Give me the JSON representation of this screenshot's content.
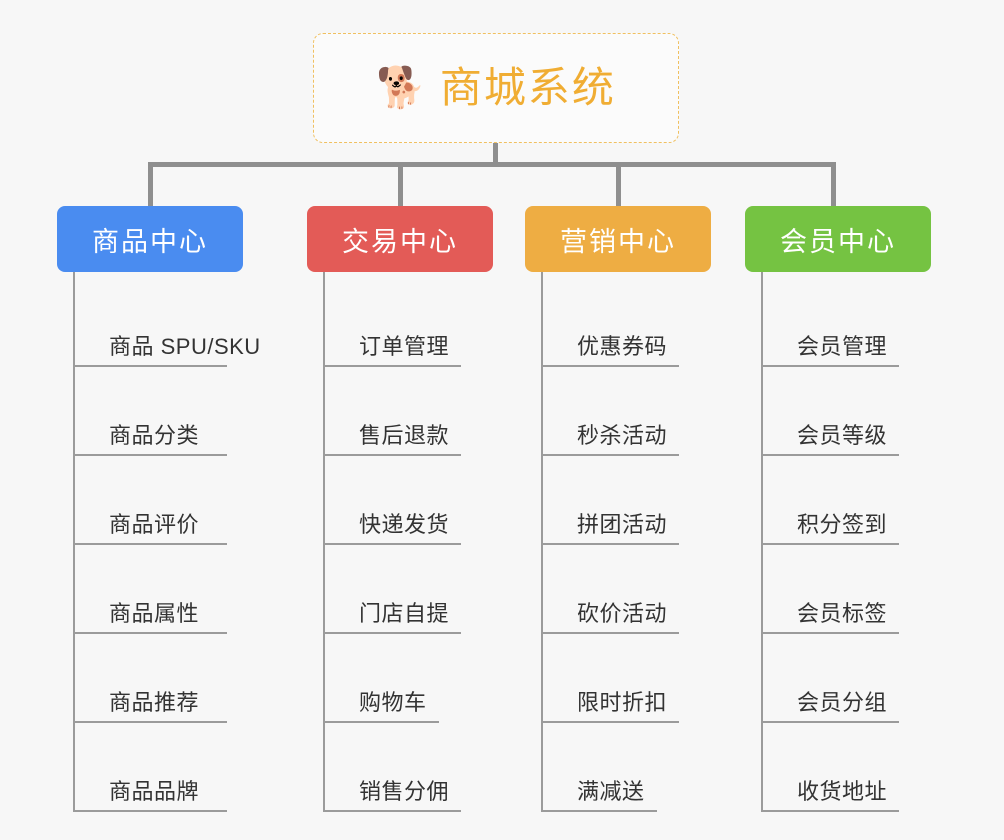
{
  "root": {
    "icon": "shiba-dog-icon",
    "emoji": "🐕",
    "title": "商城系统",
    "border_color": "#f0c060",
    "text_color": "#f0ad33"
  },
  "branches": [
    {
      "label": "商品中心",
      "color": "#4a8cf0",
      "items": [
        "商品 SPU/SKU",
        "商品分类",
        "商品评价",
        "商品属性",
        "商品推荐",
        "商品品牌"
      ]
    },
    {
      "label": "交易中心",
      "color": "#e35b57",
      "items": [
        "订单管理",
        "售后退款",
        "快递发货",
        "门店自提",
        "购物车",
        "销售分佣"
      ]
    },
    {
      "label": "营销中心",
      "color": "#eead43",
      "items": [
        "优惠券码",
        "秒杀活动",
        "拼团活动",
        "砍价活动",
        "限时折扣",
        "满减送"
      ]
    },
    {
      "label": "会员中心",
      "color": "#75c342",
      "items": [
        "会员管理",
        "会员等级",
        "积分签到",
        "会员标签",
        "会员分组",
        "收货地址"
      ]
    }
  ],
  "canvas": {
    "background_color": "#f7f7f7",
    "connector_color": "#8f8f8f",
    "rule_color": "#9b9b9b"
  }
}
